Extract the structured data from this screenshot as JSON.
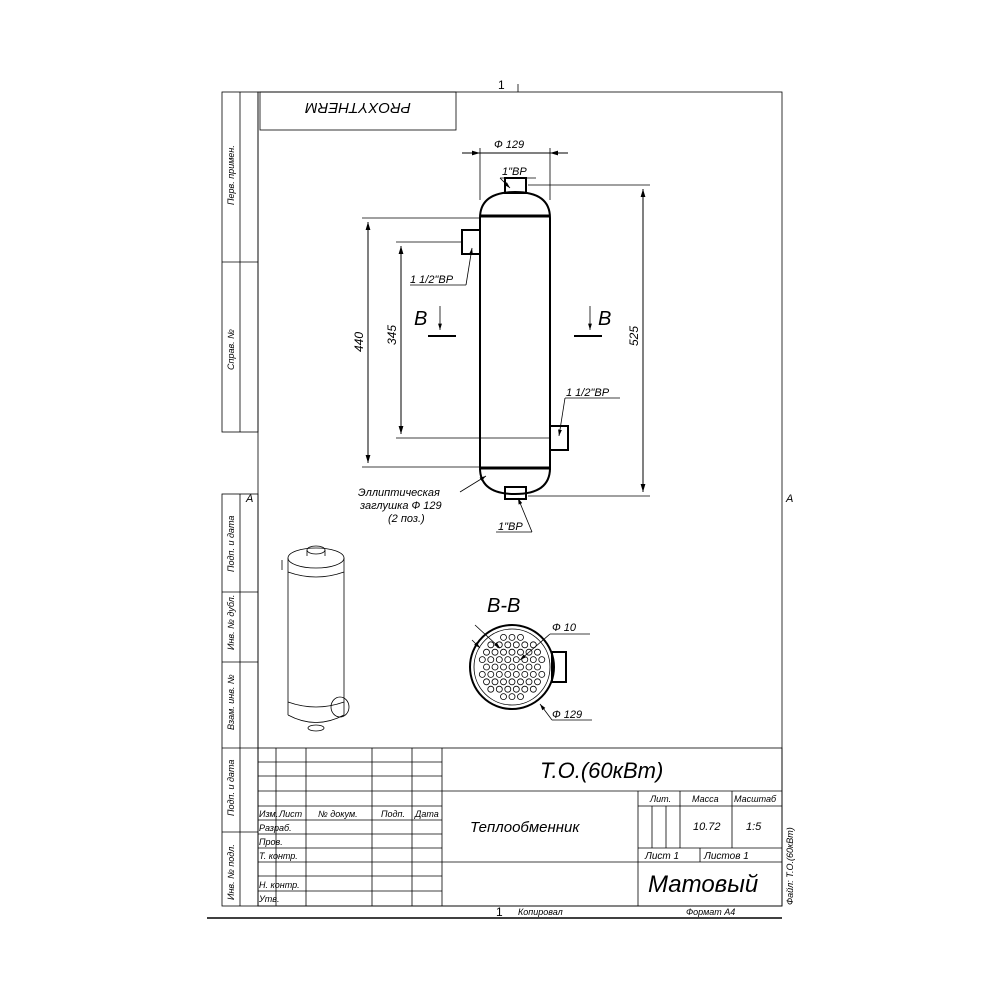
{
  "sheet": {
    "sheet_number_top": "1",
    "sheet_number_bottom": "1",
    "copied_label": "Копировал",
    "format_label": "Формат А4",
    "zone_letter_left": "А",
    "zone_letter_right": "А",
    "file_label": "Файл: Т.О.(60кВт)"
  },
  "left_strip": {
    "labels": [
      "Перв. примен.",
      "Справ. №",
      "Подп. и дата",
      "Инв. № дубл.",
      "Взам. инв. №",
      "Подп. и дата",
      "Инв. № подл."
    ]
  },
  "brand_stamp": "PROXYTHERM",
  "drawing_labels": {
    "top_diameter": "Ф 129",
    "top_port": "1\"ВР",
    "side_port_upper": "1 1/2\"ВР",
    "side_port_lower": "1 1/2\"ВР",
    "bottom_port": "1\"ВР",
    "section_marker": "В",
    "dim_440": "440",
    "dim_345": "345",
    "dim_525": "525",
    "cap_note_line1": "Эллиптическая",
    "cap_note_line2": "заглушка  Ф 129",
    "cap_note_line3": "(2 поз.)"
  },
  "section_view": {
    "title": "В-В",
    "tube_diameter": "Ф 10",
    "shell_diameter": "Ф 129"
  },
  "title_block": {
    "designation": "Т.О.(60кВт)",
    "name": "Теплообменник",
    "material": "Матовый",
    "lit_label": "Лит.",
    "mass_label": "Масса",
    "scale_label": "Масштаб",
    "mass_value": "10.72",
    "scale_value": "1:5",
    "sheet_label": "Лист 1",
    "sheets_label": "Листов 1",
    "col_headers": [
      "Изм.",
      "Лист",
      "№ докум.",
      "Подп.",
      "Дата"
    ],
    "roles": [
      "Разраб.",
      "Пров.",
      "Т. контр.",
      "Н. контр.",
      "Утв."
    ]
  }
}
